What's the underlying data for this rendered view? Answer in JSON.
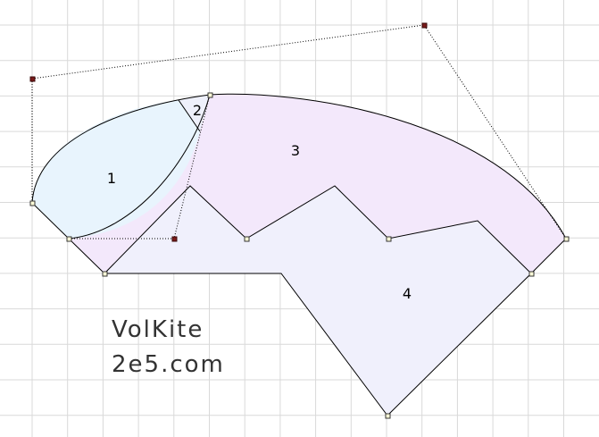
{
  "regions": [
    {
      "label": "1",
      "fill": "#e8f4fd"
    },
    {
      "label": "2",
      "fill": "#eef0fb"
    },
    {
      "label": "3",
      "fill": "#f3e8fb"
    },
    {
      "label": "4",
      "fill": "#f0f0fc"
    }
  ],
  "watermark": {
    "line1": "VolKite",
    "line2": "2e5.com"
  },
  "colors": {
    "background": "#ffffff",
    "grid": "#d9d9d9",
    "vertex": "#fffdd8",
    "control_point": "#7a1a1a"
  }
}
